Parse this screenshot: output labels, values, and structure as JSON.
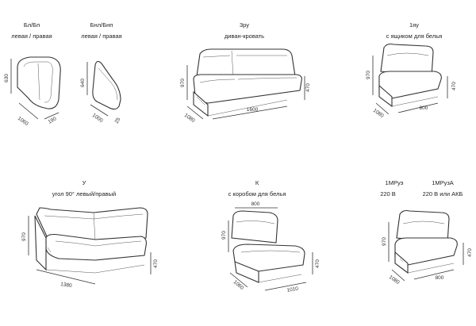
{
  "modules": [
    {
      "code": "Бл/Бп",
      "desc": "левая / правая",
      "dims": [
        "630",
        "1060",
        "190"
      ]
    },
    {
      "code": "Бнл/Бнп",
      "desc": "левая / правая",
      "dims": [
        "640",
        "1000",
        "25"
      ]
    },
    {
      "code": "3ру",
      "desc": "диван-кровать",
      "dims": [
        "970",
        "1080",
        "1600",
        "470"
      ]
    },
    {
      "code": "1яу",
      "desc": "с ящиком для белья",
      "dims": [
        "970",
        "1080",
        "800",
        "470"
      ]
    },
    {
      "code": "У",
      "desc": "угол 90° левый/правый",
      "dims": [
        "970",
        "1380",
        "470"
      ]
    },
    {
      "code": "К",
      "desc": "с коробом для белья",
      "dims": [
        "800",
        "970",
        "1060",
        "1010",
        "470"
      ]
    },
    {
      "code": "1МРуэ",
      "desc": "220 В",
      "code2": "1МРузА",
      "desc2": "220 В или АКБ",
      "dims": [
        "970",
        "1080",
        "800",
        "470"
      ]
    }
  ]
}
